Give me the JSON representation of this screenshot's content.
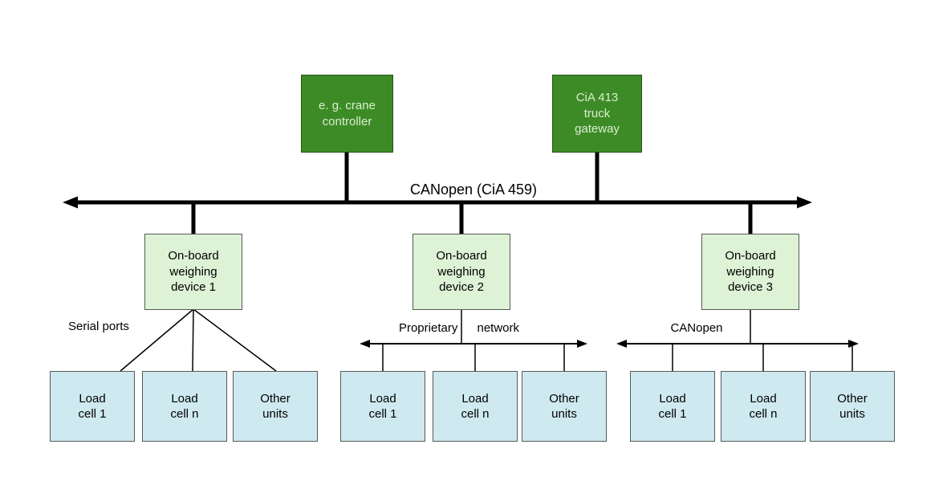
{
  "bus": {
    "label": "CANopen (CiA 459)"
  },
  "top_nodes": [
    {
      "label": "e. g. crane\ncontroller"
    },
    {
      "label": "CiA 413\ntruck\ngateway"
    }
  ],
  "groups": [
    {
      "device": "On-board\nweighing\ndevice 1",
      "network": "Serial ports",
      "leaves": [
        "Load\ncell 1",
        "Load\ncell n",
        "Other\nunits"
      ]
    },
    {
      "device": "On-board\nweighing\ndevice 2",
      "network": "Proprietary network",
      "leaves": [
        "Load\ncell 1",
        "Load\ncell n",
        "Other\nunits"
      ]
    },
    {
      "device": "On-board\nweighing\ndevice 3",
      "network": "CANopen",
      "leaves": [
        "Load\ncell 1",
        "Load\ncell n",
        "Other\nunits"
      ]
    }
  ],
  "colors": {
    "controller_green": "#3d8b27",
    "device_green": "#def2d6",
    "leaf_blue": "#cfe9f0",
    "line_black": "#000000"
  }
}
